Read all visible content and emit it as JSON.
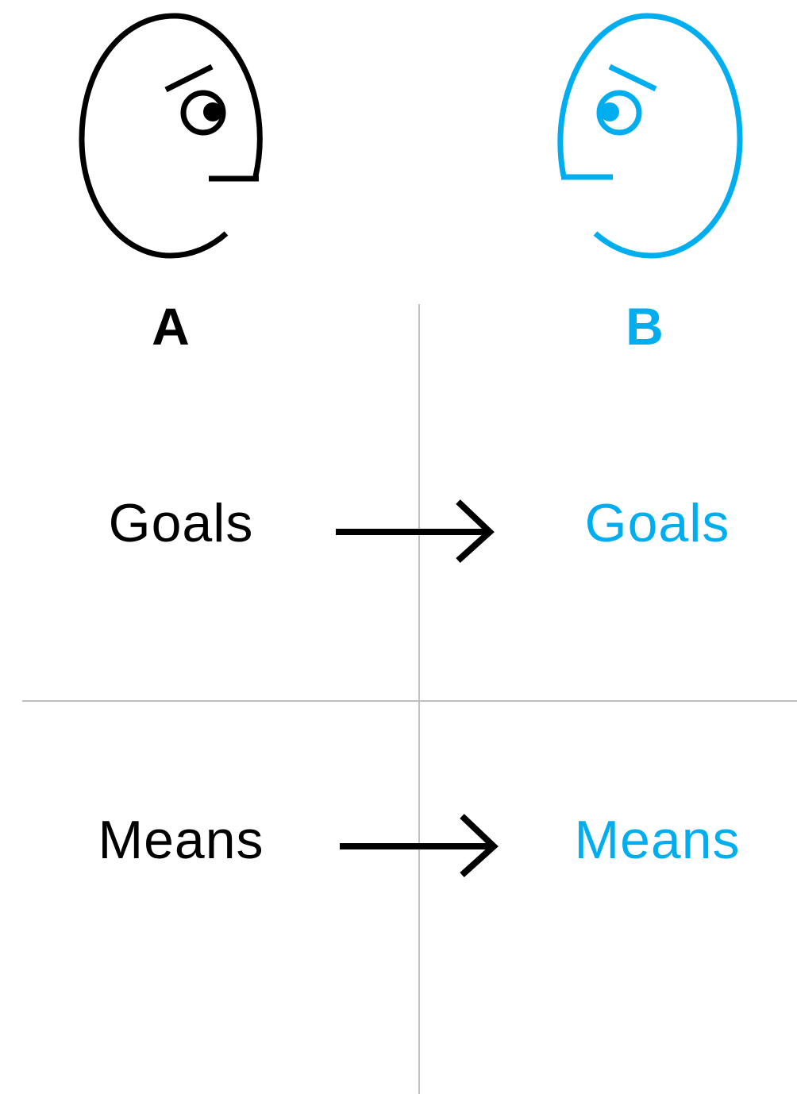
{
  "colors": {
    "party_a": "#000000",
    "party_b": "#00aeef",
    "divider": "#c0c0c0"
  },
  "party_a": {
    "label": "A",
    "icon": "face-profile-right-icon"
  },
  "party_b": {
    "label": "B",
    "icon": "face-profile-left-icon"
  },
  "rows": [
    {
      "a_text": "Goals",
      "arrow": "arrow-right-icon",
      "b_text": "Goals"
    },
    {
      "a_text": "Means",
      "arrow": "arrow-right-icon",
      "b_text": "Means"
    }
  ]
}
